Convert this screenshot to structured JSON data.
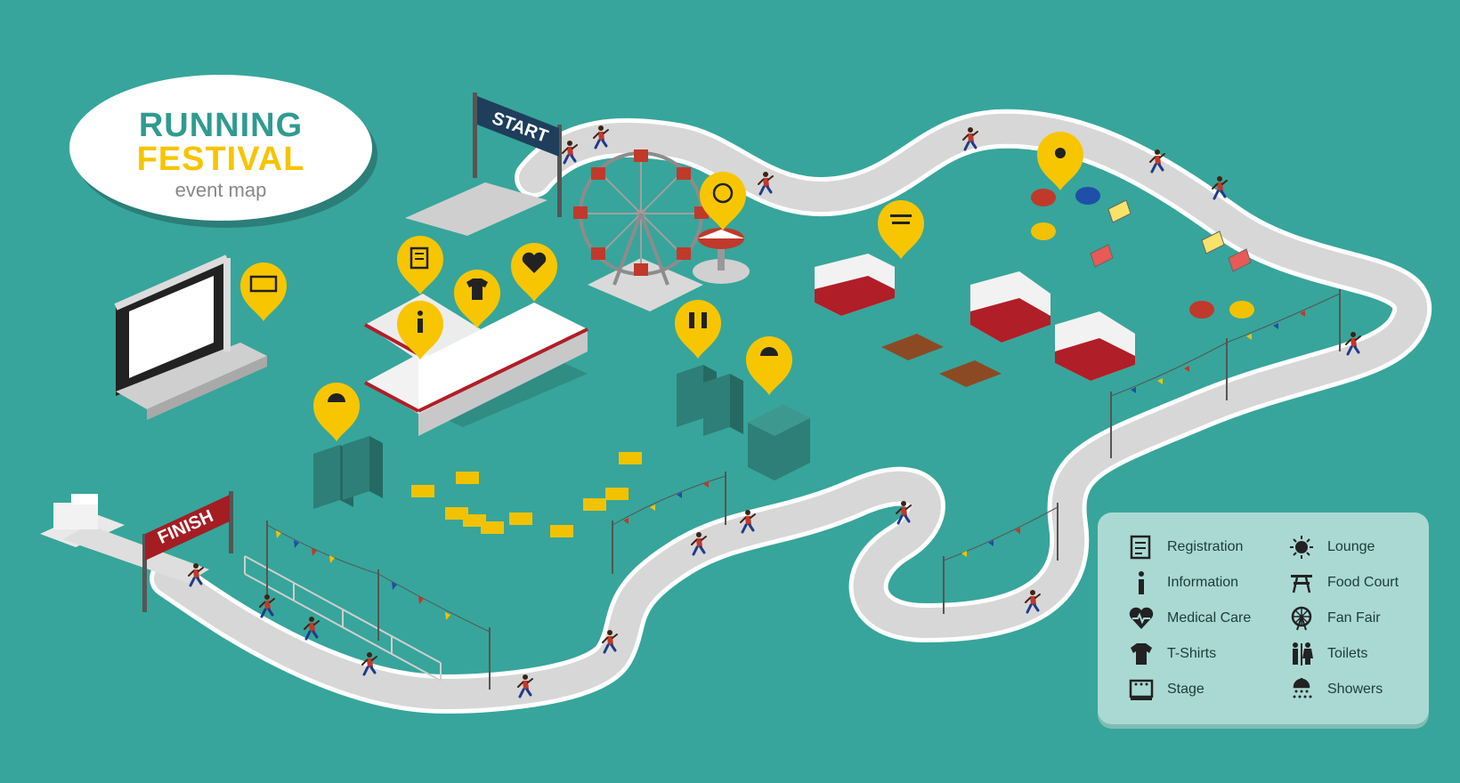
{
  "title": {
    "line1": "RUNNING",
    "line2": "FESTIVAL",
    "line3": "event map"
  },
  "signs": {
    "start": "START",
    "finish": "FINISH"
  },
  "legend": {
    "items": [
      {
        "label": "Registration",
        "icon": "registration-icon"
      },
      {
        "label": "Information",
        "icon": "information-icon"
      },
      {
        "label": "Medical Care",
        "icon": "medical-care-icon"
      },
      {
        "label": "T-Shirts",
        "icon": "t-shirts-icon"
      },
      {
        "label": "Stage",
        "icon": "stage-icon"
      },
      {
        "label": "Lounge",
        "icon": "lounge-icon"
      },
      {
        "label": "Food Court",
        "icon": "food-court-icon"
      },
      {
        "label": "Fan Fair",
        "icon": "fan-fair-icon"
      },
      {
        "label": "Toilets",
        "icon": "toilets-icon"
      },
      {
        "label": "Showers",
        "icon": "showers-icon"
      }
    ]
  },
  "colors": {
    "background": "#37a59b",
    "track": "#dcdcdc",
    "pin": "#f7c600",
    "title_teal": "#2f9b91",
    "title_yellow": "#f6c400",
    "sign_navy": "#1e3e5c",
    "sign_red": "#a31d23"
  }
}
